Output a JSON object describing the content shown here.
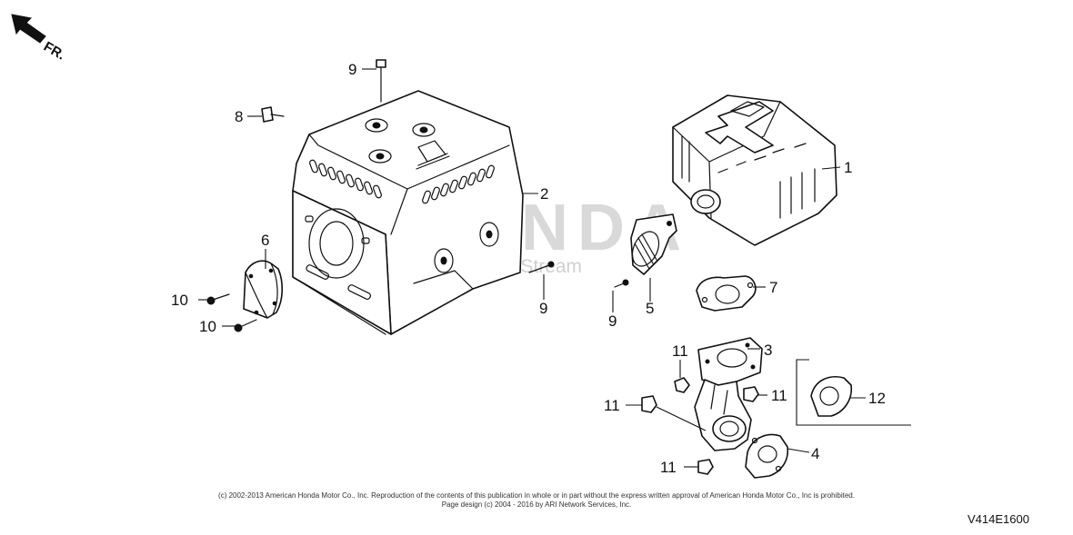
{
  "orientation": {
    "label": "FR."
  },
  "watermark": {
    "brand": "HONDA",
    "site": "ARI PartStream"
  },
  "callouts": [
    "1",
    "2",
    "3",
    "4",
    "5",
    "6",
    "7",
    "8",
    "9",
    "10",
    "11",
    "12"
  ],
  "footer": {
    "copyright_line1": "(c) 2002-2013 American Honda Motor Co., Inc. Reproduction of the contents of this publication in whole or in part without the express written approval of American Honda Motor Co., Inc is prohibited.",
    "copyright_line2": "Page design (c) 2004 - 2016 by ARI Network Services, Inc.",
    "diagram_code": "V414E1600"
  }
}
